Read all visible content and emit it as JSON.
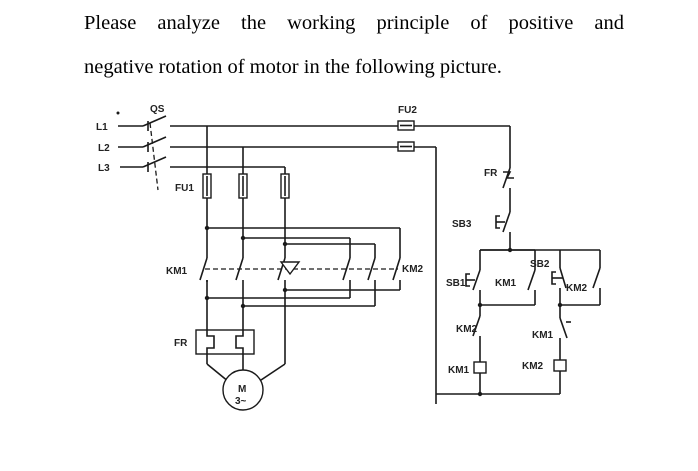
{
  "question": {
    "line1": "Please analyze the working principle of positive and",
    "line2": "negative rotation of motor in the following picture."
  },
  "labels": {
    "L1": "L1",
    "L2": "L2",
    "L3": "L3",
    "QS": "QS",
    "FU1": "FU1",
    "FU2": "FU2",
    "KM1_main": "KM1",
    "KM2_main": "KM2",
    "FR_main": "FR",
    "motor_M": "M",
    "motor_phase": "3~",
    "FR_ctrl": "FR",
    "SB3": "SB3",
    "SB1": "SB1",
    "KM1_hold": "KM1",
    "SB2": "SB2",
    "KM2_hold": "KM2",
    "KM2_interlock": "KM2",
    "KM1_interlock": "KM1",
    "KM1_coil": "KM1",
    "KM2_coil": "KM2"
  }
}
